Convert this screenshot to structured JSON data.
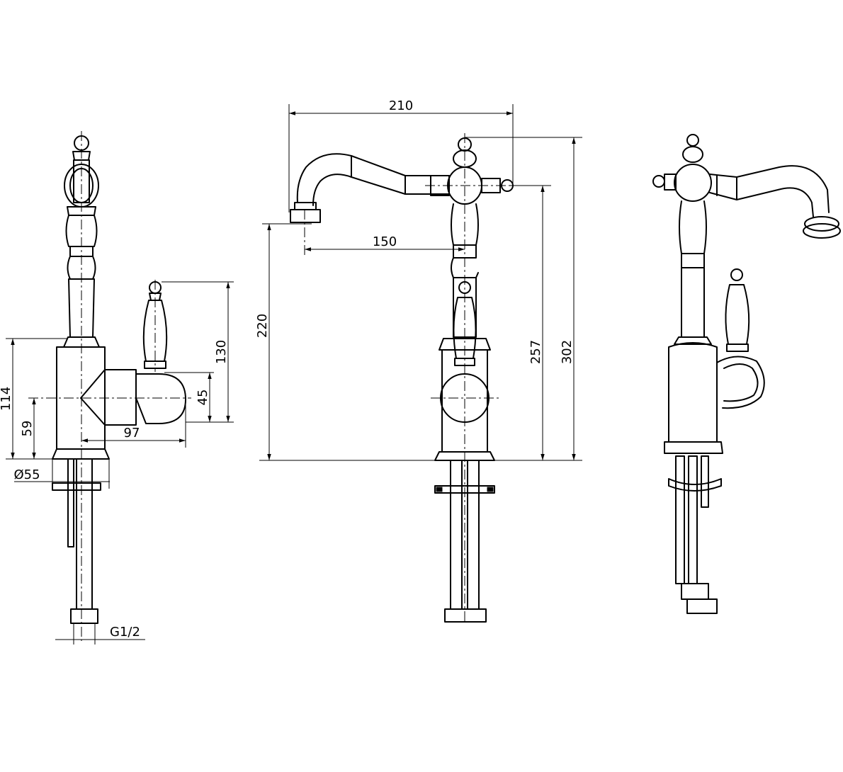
{
  "dimensions": {
    "side": {
      "height_114": "114",
      "height_59": "59",
      "diameter_55": "Ø55",
      "reach_97": "97",
      "handle_130": "130",
      "handle_45": "45",
      "thread": "G1/2"
    },
    "front": {
      "width_210": "210",
      "reach_150": "150",
      "height_220": "220",
      "height_257": "257",
      "height_302": "302"
    }
  }
}
